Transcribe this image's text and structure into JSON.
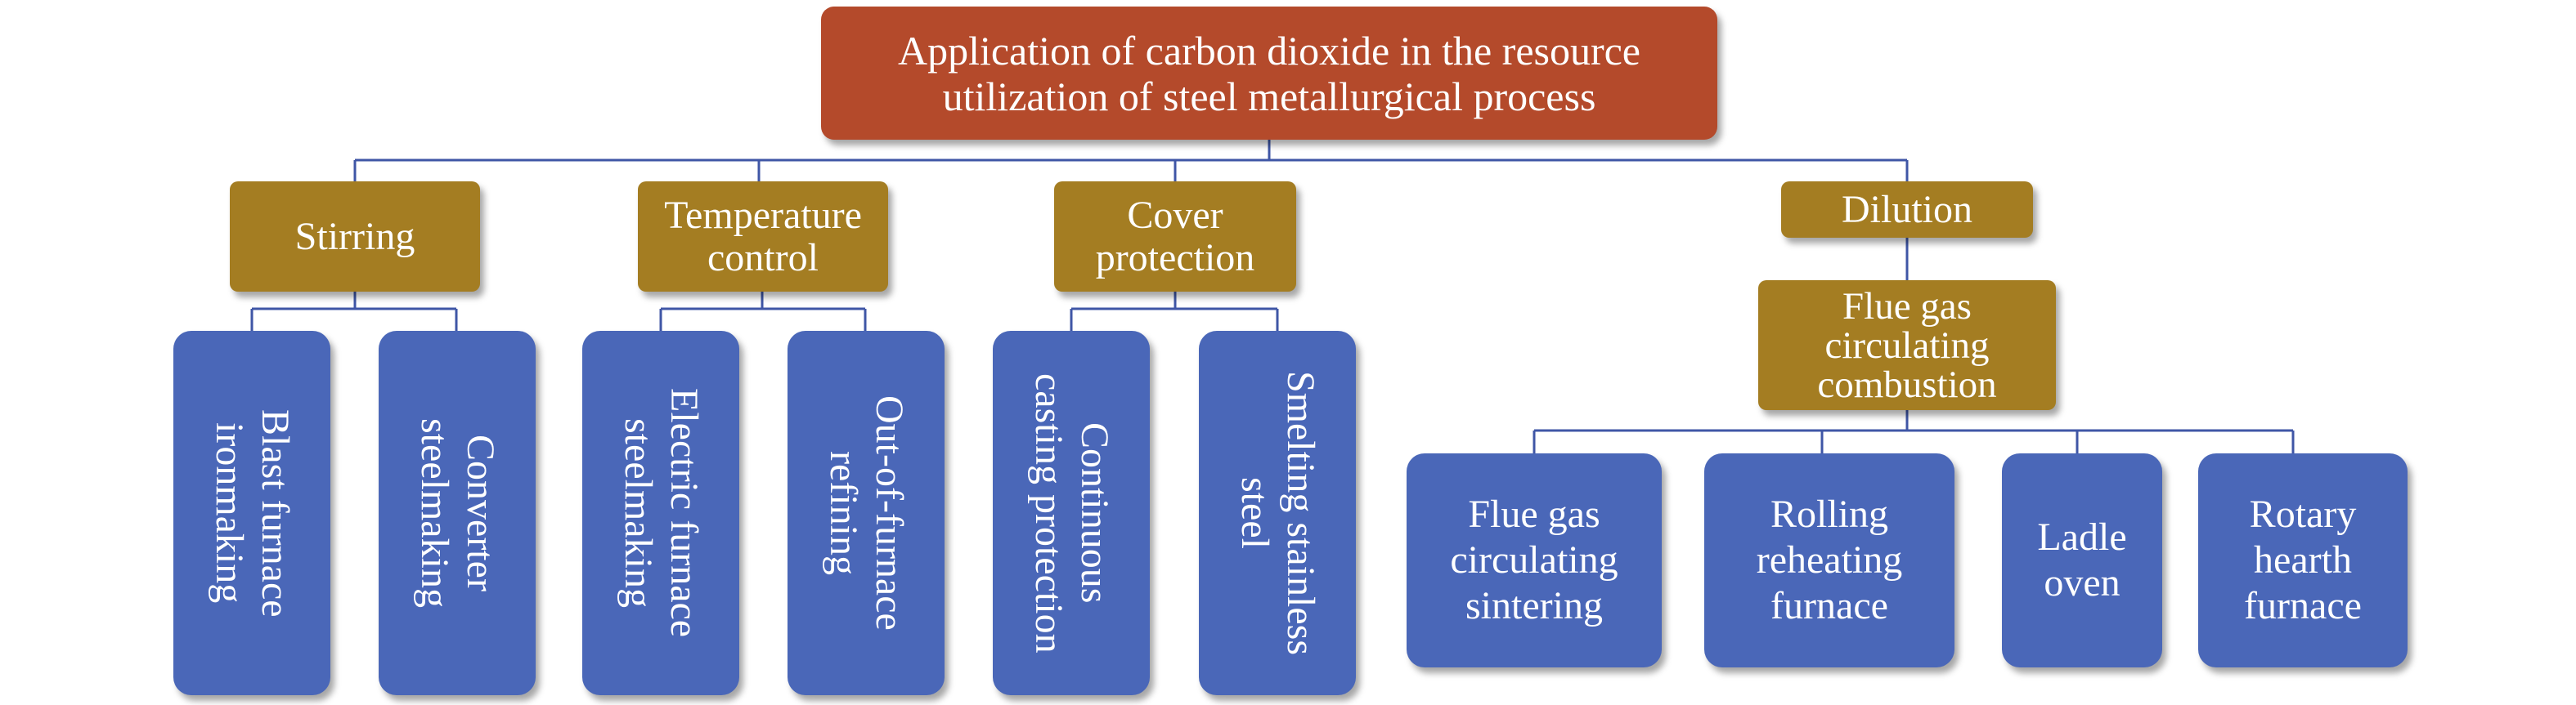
{
  "colors": {
    "root": "#b44a2b",
    "category": "#a47d22",
    "leaf": "#4a67b8",
    "connector": "#3f56a6"
  },
  "root": {
    "label": "Application of carbon dioxide in the resource\nutilization of steel metallurgical process"
  },
  "categories": {
    "stirring": {
      "label": "Stirring"
    },
    "temperature_control": {
      "label": "Temperature\ncontrol"
    },
    "cover_protection": {
      "label": "Cover\nprotection"
    },
    "dilution": {
      "label": "Dilution"
    },
    "flue_gas_circulating_combustion": {
      "label": "Flue gas\ncirculating\ncombustion"
    }
  },
  "leaves": {
    "blast_furnace": {
      "label": "Blast furnace\nironmaking"
    },
    "converter": {
      "label": "Converter\nsteelmaking"
    },
    "electric_furnace": {
      "label": "Electric furnace\nsteelmaking"
    },
    "out_of_furnace": {
      "label": "Out-of-furnace\nrefining"
    },
    "continuous_casting": {
      "label": "Continuous\ncasting protection"
    },
    "smelting_stainless": {
      "label": "Smelting stainless\nsteel"
    },
    "flue_gas_sintering": {
      "label": "Flue gas\ncirculating\nsintering"
    },
    "rolling_reheating": {
      "label": "Rolling\nreheating\nfurnace"
    },
    "ladle_oven": {
      "label": "Ladle\noven"
    },
    "rotary_hearth": {
      "label": "Rotary\nhearth\nfurnace"
    }
  }
}
